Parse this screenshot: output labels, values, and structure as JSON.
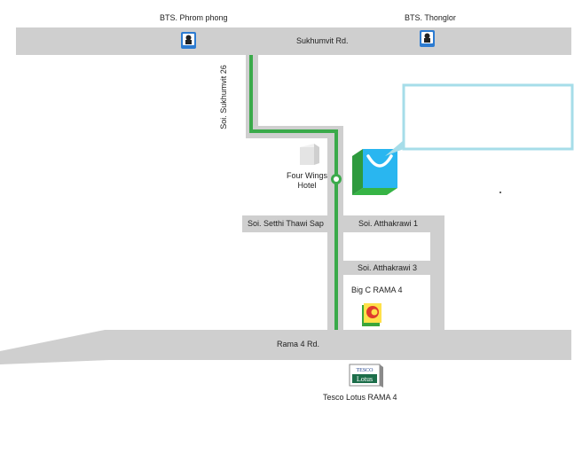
{
  "roads": {
    "sukhumvit": "Sukhumvit Rd.",
    "soi_sukhumvit_26": "Soi. Sukhumvit 26",
    "soi_setthi_thawi_sap": "Soi. Setthi Thawi Sap",
    "soi_atthakrawi_1": "Soi. Atthakrawi 1",
    "soi_atthakrawi_3": "Soi. Atthakrawi 3",
    "rama4": "Rama 4 Rd."
  },
  "stations": {
    "phrom_phong": {
      "label": "BTS. Phrom phong",
      "icon": "bts-station-icon"
    },
    "thonglor": {
      "label": "BTS. Thonglor",
      "icon": "bts-station-icon"
    }
  },
  "landmarks": {
    "four_wings": {
      "line1": "Four Wings",
      "line2": "Hotel",
      "icon": "building-icon"
    },
    "big_c": {
      "label": "Big C RAMA 4",
      "icon": "big-c-logo"
    },
    "tesco": {
      "label": "Tesco Lotus RAMA 4",
      "icon": "tesco-lotus-logo",
      "logo_text_top": "TESCO",
      "logo_text_bottom": "Lotus"
    }
  },
  "colors": {
    "road": "#cfcfcf",
    "route": "#3aaa4a",
    "destination_blue": "#29b6f0",
    "destination_green": "#2e9a3e",
    "callout_border": "#a6dde9"
  }
}
